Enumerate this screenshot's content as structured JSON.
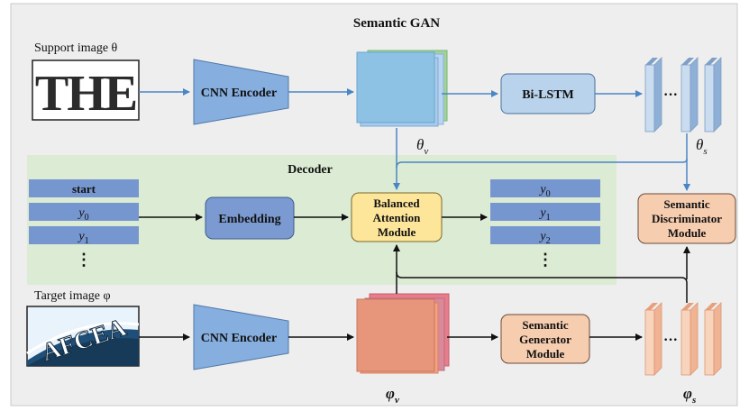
{
  "title": "Semantic GAN",
  "support_label": "Support image θ",
  "target_label": "Target image φ",
  "support_image_text": "THE",
  "target_image_text": "AFCEA",
  "decoder_label": "Decoder",
  "modules": {
    "cnn_encoder_top": "CNN Encoder",
    "cnn_encoder_bottom": "CNN Encoder",
    "bilstm": "Bi-LSTM",
    "embedding": "Embedding",
    "balanced_attention": [
      "Balanced",
      "Attention",
      "Module"
    ],
    "semantic_discriminator": [
      "Semantic",
      "Discriminator",
      "Module"
    ],
    "semantic_generator": [
      "Semantic",
      "Generator",
      "Module"
    ]
  },
  "feature_labels": {
    "theta_v": {
      "main": "θ",
      "sub": "v"
    },
    "theta_s": {
      "main": "θ",
      "sub": "s"
    },
    "phi_v": {
      "main": "φ",
      "sub": "v"
    },
    "phi_s": {
      "main": "φ",
      "sub": "s"
    }
  },
  "input_tokens": [
    {
      "main": "start",
      "sub": ""
    },
    {
      "main": "y",
      "sub": "0"
    },
    {
      "main": "y",
      "sub": "1"
    }
  ],
  "output_tokens": [
    {
      "main": "y",
      "sub": "0"
    },
    {
      "main": "y",
      "sub": "1"
    },
    {
      "main": "y",
      "sub": "2"
    }
  ],
  "ellipsis": "⋮",
  "hdots": "···",
  "colors": {
    "panel": "#eeeeee",
    "decoder_bg": "#dcebd3",
    "blue_arrow": "#4a86c5",
    "blue_fill": "#86aede",
    "blue_dark": "#7696cf",
    "light_blue": "#b9d3ec",
    "yellow": "#fde59a",
    "peach": "#f7cdb0",
    "salmon": "#e8967b",
    "pink": "#e77d8c"
  }
}
